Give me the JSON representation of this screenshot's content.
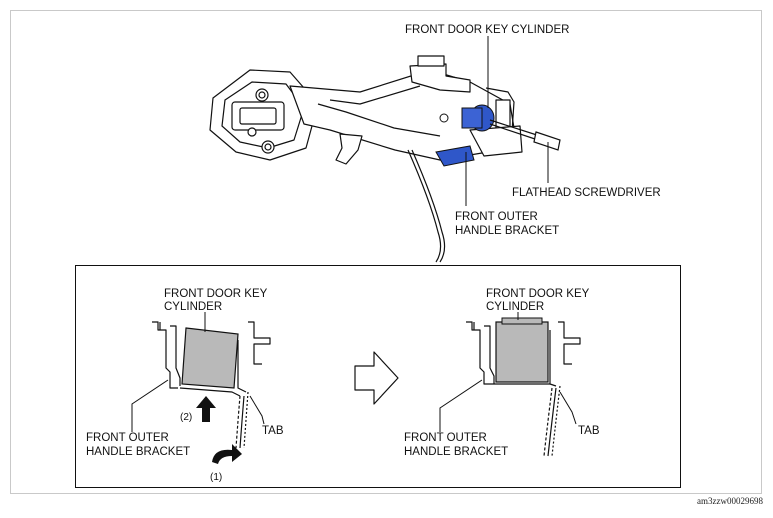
{
  "figure_id": "am3zzw00029698",
  "main_view": {
    "key_cylinder_label": "FRONT DOOR KEY CYLINDER",
    "screwdriver_label": "FLATHEAD SCREWDRIVER",
    "bracket_label_line1": "FRONT OUTER",
    "bracket_label_line2": "HANDLE BRACKET"
  },
  "inset_left": {
    "key_cylinder_line1": "FRONT DOOR KEY",
    "key_cylinder_line2": "CYLINDER",
    "bracket_line1": "FRONT OUTER",
    "bracket_line2": "HANDLE BRACKET",
    "tab_label": "TAB",
    "step2_label": "(2)",
    "step1_label": "(1)"
  },
  "inset_right": {
    "key_cylinder_line1": "FRONT DOOR KEY",
    "key_cylinder_line2": "CYLINDER",
    "bracket_line1": "FRONT OUTER",
    "bracket_line2": "HANDLE BRACKET",
    "tab_label": "TAB"
  },
  "colors": {
    "cylinder_blue": "#2f57c9",
    "cylinder_gray": "#b9b9b9",
    "line": "#111111"
  }
}
